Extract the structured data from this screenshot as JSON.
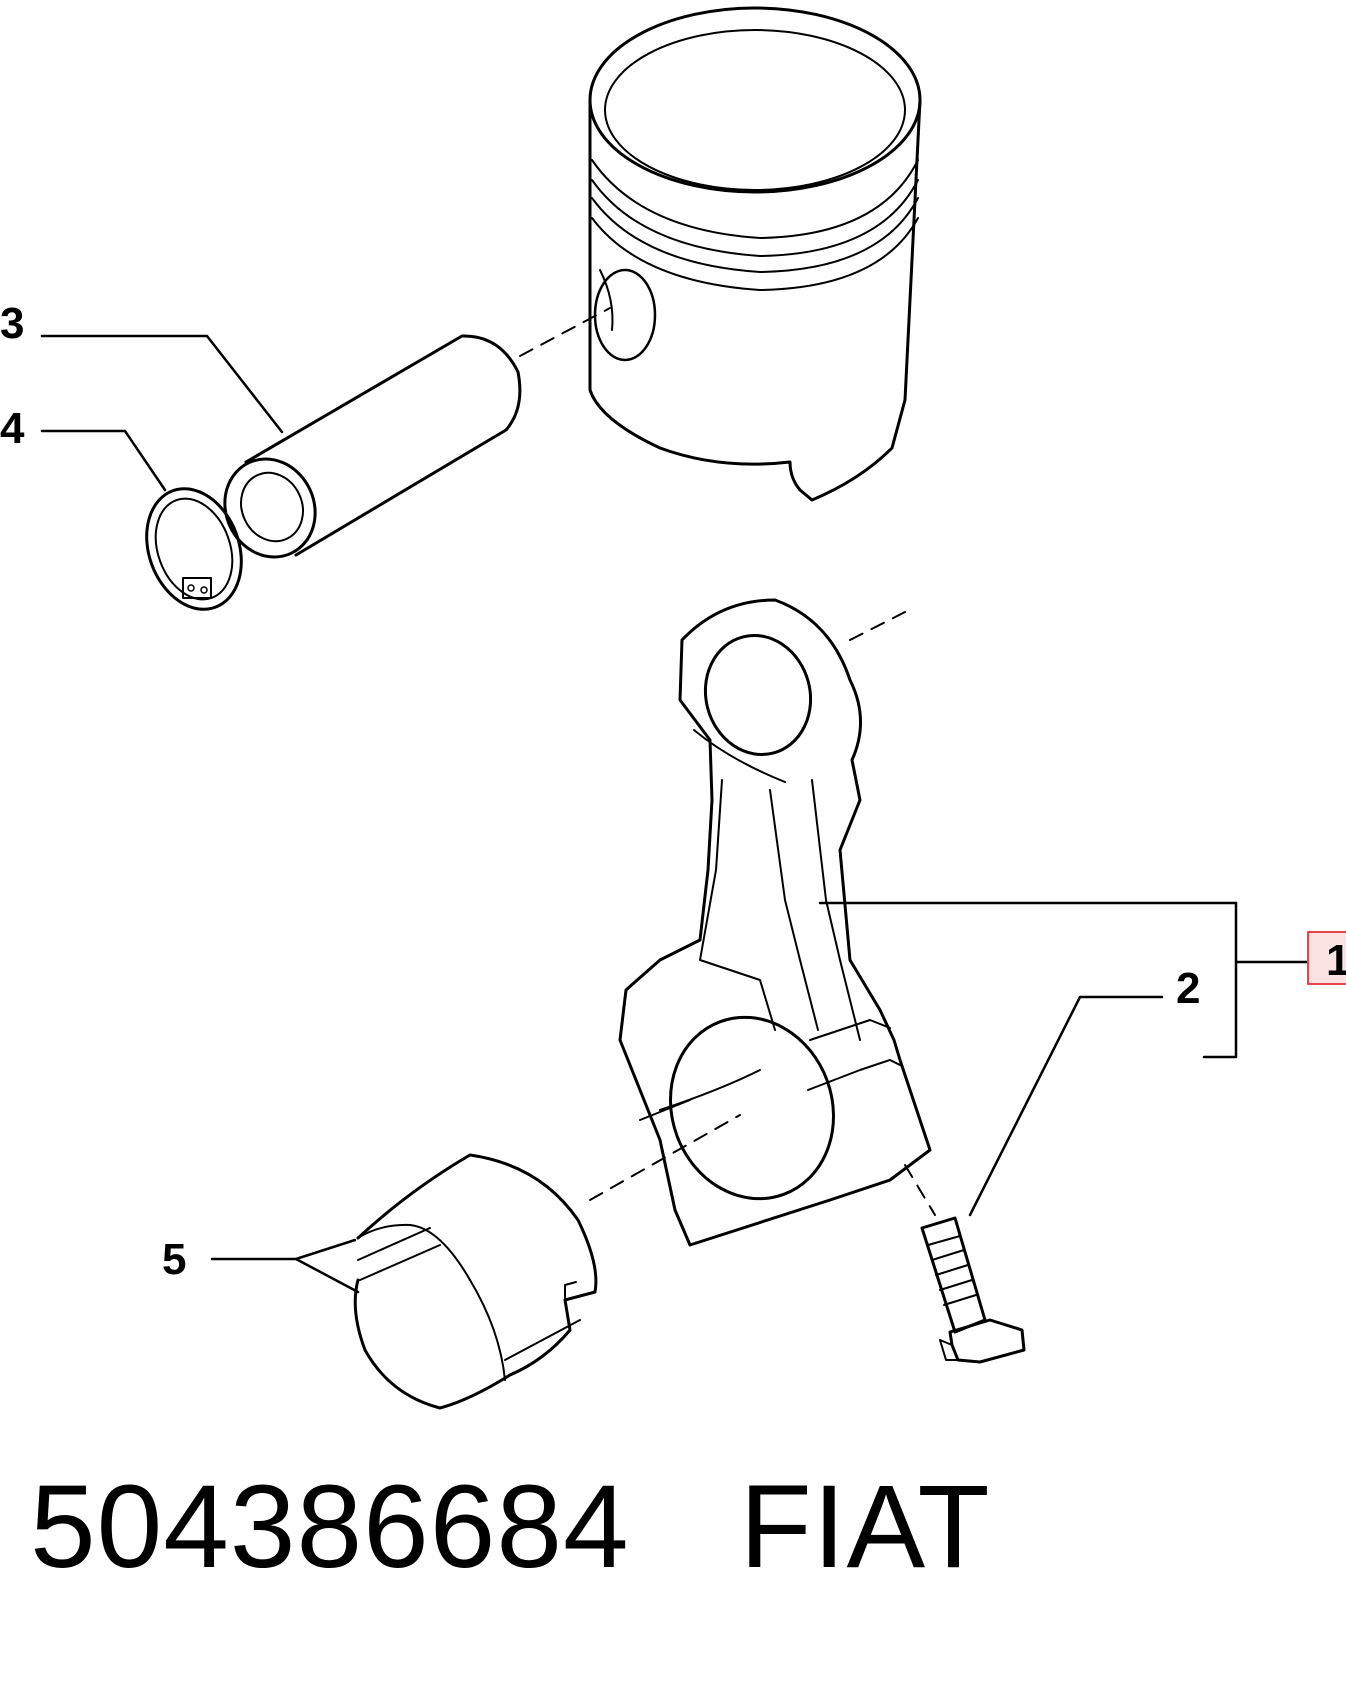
{
  "diagram": {
    "callouts": [
      {
        "id": "1",
        "label": "1"
      },
      {
        "id": "2",
        "label": "2"
      },
      {
        "id": "3",
        "label": "3"
      },
      {
        "id": "4",
        "label": "4"
      },
      {
        "id": "5",
        "label": "5"
      }
    ],
    "highlight_color": "#e9424a"
  },
  "caption": {
    "part_number": "504386684",
    "brand": "FIAT"
  }
}
